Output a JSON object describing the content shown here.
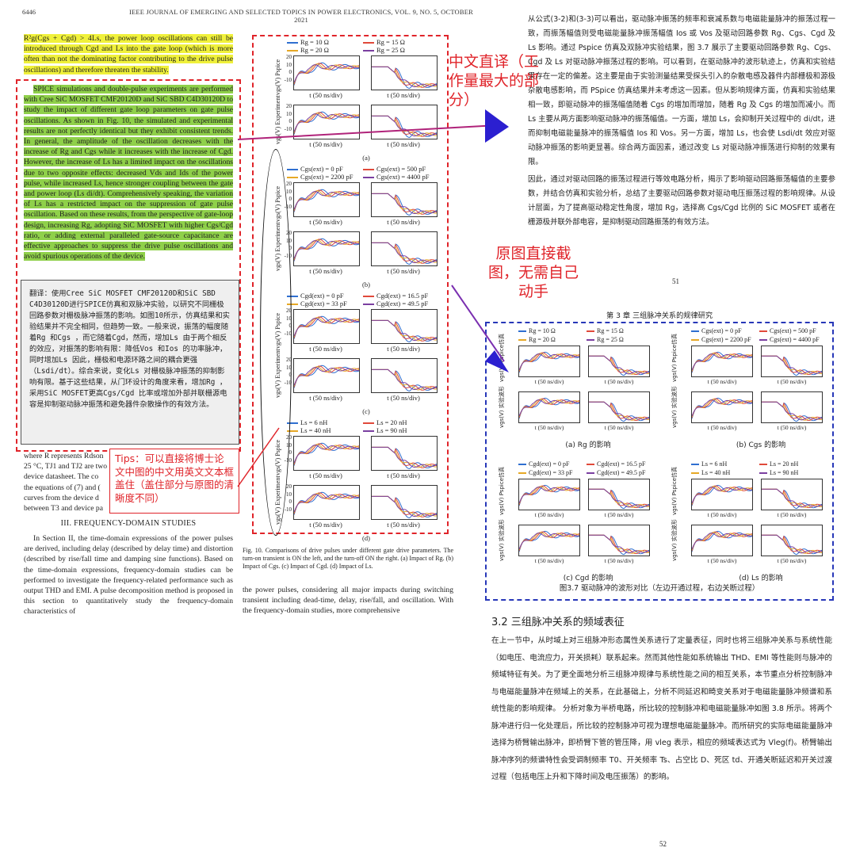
{
  "left_page": {
    "header": {
      "page_no": "6446",
      "journal": "IEEE JOURNAL OF EMERGING AND SELECTED TOPICS IN POWER ELECTRONICS, VOL. 9, NO. 5, OCTOBER 2021",
      "year": "2021"
    },
    "para_top": "R²g(Cgs + Cgd) > 4Ls, the power loop oscillations can still be introduced through Cgd and Ls into the gate loop (which is more often than not the dominating factor contributing to the drive pulse oscillations) and therefore threaten the stability.",
    "para_spice": "SPICE simulations and double-pulse experiments are performed with Cree SiC MOSFET CMF20120D and SiC SBD C4D30120D to study the impact of different gate loop parameters on gate pulse oscillations. As shown in Fig. 10, the simulated and experimental results are not perfectly identical but they exhibit consistent trends. In general, the amplitude of the oscillation decreases with the increase of Rg and Cgs while it increases with the increase of Cgd. However, the increase of Ls has a limited impact on the oscillations due to two opposite effects: decreased Vds and Ids of the power pulse, while increased Ls, hence stronger coupling between the gate and power loop (Ls di/dt). Comprehensively speaking, the variation of Ls has a restricted impact on the suppression of gate pulse oscillation. Based on these results, from the perspective of gate-loop design, increasing Rg, adopting SiC MOSFET with higher Cgs/Cgd ratio, or adding external paralleled gate-source capacitance are effective approaches to suppress the drive pulse oscillations and avoid spurious operations of the device.",
    "translation": "翻译：使用Cree SiC MOSFET CMF20120D和SiC SBD C4D30120D进行SPICE仿真和双脉冲实验，以研究不同栅极回路参数对栅极脉冲振荡的影响。如图10所示，仿真结果和实验结果并不完全相同，但趋势一致。一般来说，振荡的幅度随着Rg 和Cgs ，而它随着Cgd，然而，增加Ls 由于两个相反的效应，对振荡的影响有限：降低Vos 和Ios 的功率脉冲，同时增加Ls 因此，栅极和电源环路之间的耦合更强（Lsdi/dt）。综合来说，变化Ls 对栅极脉冲振荡的抑制影响有限。基于这些结果，从门环设计的角度来看，增加Rg ，采用SiC MOSFET更高Cgs/Cgd 比率或增加外部并联栅源电容是抑制驱动脉冲振荡和避免器件杂散操作的有效方法。",
    "tips": "Tips：可以直接将博士论文中图的中文用英文文本框盖住（盖住部分与原图的清晰度不同）",
    "where_text": "where R represents Rdson 25 °C, TJ1 and TJ2 are two device datasheet. The co the equations of (7) and ( curves from the device d between T3 and device pa",
    "section_title": "III. FREQUENCY-DOMAIN STUDIES",
    "para_sec": "In Section II, the time-domain expressions of the power pulses are derived, including delay (described by delay time) and distortion (described by rise/fall time and damping sine functions). Based on the time-domain expressions, frequency-domain studies can be performed to investigate the frequency-related performance such as output THD and EMI. A pulse decomposition method is proposed in this section to quantitatively study the frequency-domain characteristics of",
    "fig_caption": "Fig. 10.  Comparisons of drive pulses under different gate drive parameters. The turn-on transient is ON the left, and the turn-off ON the right. (a) Impact of Rg. (b) Impact of Cgs. (c) Impact of Cgd. (d) Impact of Ls.",
    "para_power": "the power pulses, considering all major impacts during switching transient including dead-time, delay, rise/fall, and oscillation. With the frequency-domain studies, more comprehensive"
  },
  "figure": {
    "subfigs": [
      {
        "label": "(a)",
        "legend": [
          "Rg = 10 Ω",
          "Rg = 15 Ω",
          "Rg = 20 Ω",
          "Rg = 25 Ω"
        ]
      },
      {
        "label": "(b)",
        "legend": [
          "Cgs(ext) = 0 pF",
          "Cgs(ext) = 500 pF",
          "Cgs(ext) = 2200 pF",
          "Cgs(ext) = 4400 pF"
        ]
      },
      {
        "label": "(c)",
        "legend": [
          "Cgd(ext) = 0 pF",
          "Cgd(ext) = 16.5 pF",
          "Cgd(ext) = 33 pF",
          "Cgd(ext) = 49.5 pF"
        ]
      },
      {
        "label": "(d)",
        "legend": [
          "Ls = 6 nH",
          "Ls = 20 nH",
          "Ls = 40 nH",
          "Ls = 90 nH"
        ]
      }
    ],
    "row_labels": [
      "Pspice",
      "Experiment"
    ],
    "y_label": "vgs(V)",
    "t_label": "t (50 ns/div)",
    "series_colors": [
      "#2f6fd0",
      "#e0493a",
      "#e6a826",
      "#7a3fa0"
    ]
  },
  "right_page": {
    "cn_top": "从公式(3-2)和(3-3)可以看出，驱动脉冲振荡的频率和衰减系数与电磁能量脉冲的振荡过程一致，而振荡幅值则受电磁能量脉冲振荡幅值 Ios 或 Vos 及驱动回路参数 Rg、Cgs、Cgd 及 Ls 影响。通过 Pspice 仿真及双脉冲实验结果，图 3.7 展示了主要驱动回路参数 Rg、Cgs、Cgd 及 Ls 对驱动脉冲振荡过程的影响。可以看到，在驱动脉冲的波形轨迹上，仿真和实验结果存在一定的偏差。这主要是由于实验测量结果受探头引入的杂散电感及器件内部栅极和源极杂散电感影响，而 PSpice 仿真结果并未考虑这一因素。但从影响规律方面，仿真和实验结果相一致，即驱动脉冲的振荡幅值随着 Cgs 的增加而增加，随着 Rg 及 Cgs 的增加而减小。而 Ls 主要从两方面影响驱动脉冲的振荡幅值。一方面，增加 Ls，会抑制开关过程中的 di/dt，进而抑制电磁能量脉冲的振荡幅值 Ios 和 Vos。另一方面，增加 Ls，也会使 Lsdi/dt 效应对驱动脉冲振荡的影响更显著。综合两方面因素，通过改变 Ls 对驱动脉冲振荡进行抑制的效果有限。",
    "cn_p2": "因此，通过对驱动回路的振荡过程进行等效电路分析，揭示了影响驱动回路振荡幅值的主要参数，并结合仿真和实验分析，总结了主要驱动回路参数对驱动电压振荡过程的影响规律。从设计层面，为了提高驱动稳定性角度，增加 Rg，选择高 Cgs/Cgd 比例的 SiC MOSFET 或者在栅源极并联外部电容，是抑制驱动回路振荡的有效方法。",
    "page_51": "51",
    "chapter": "第 3 章   三组脉冲关系的规律研究",
    "note1": "中文直译（工作量最大的部分）",
    "note2": "原图直接截图，无需自己动手",
    "cn_fig_caption": "图3.7  驱动脉冲的波形对比（左边开通过程，右边关断过程）",
    "cn_subfig_labels": [
      "(a) Rg 的影响",
      "(b) Cgs 的影响",
      "(c) Cgd 的影响",
      "(d) Ls 的影响"
    ],
    "cn_row_labels": [
      "Pspice仿真",
      "实验波形"
    ],
    "section_32": "3.2   三组脉冲关系的频域表征",
    "cn_body": "在上一节中，从时域上对三组脉冲形态属性关系进行了定量表征，同时也将三组脉冲关系与系统性能（如电压、电流应力，开关损耗）联系起来。然而其他性能如系统输出 THD、EMI 等性能则与脉冲的频域特征有关。为了更全面地分析三组脉冲规律与系统性能之间的相互关系，本节重点分析控制脉冲与电磁能量脉冲在频域上的关系，在此基础上，分析不同延迟和畸变关系对于电磁能量脉冲频谱和系统性能的影响规律。    分析对象为半桥电路，所比较的控制脉冲和电磁能量脉冲如图 3.8 所示。将两个脉冲进行归一化处理后，所比较的控制脉冲可视为理想电磁能量脉冲。而所研究的实际电磁能量脉冲选择为桥臂输出脉冲，即桥臂下管的管压降，用 vleg 表示，相应的频域表达式为 Vleg(f)。桥臂输出脉冲序列的频谱特性会受调制频率 T0、开关频率 Ts、占空比 D、死区 td、开通关断延迟和开关过渡过程（包括电压上升和下降时间及电压振荡）的影响。",
    "page_52": "52"
  }
}
